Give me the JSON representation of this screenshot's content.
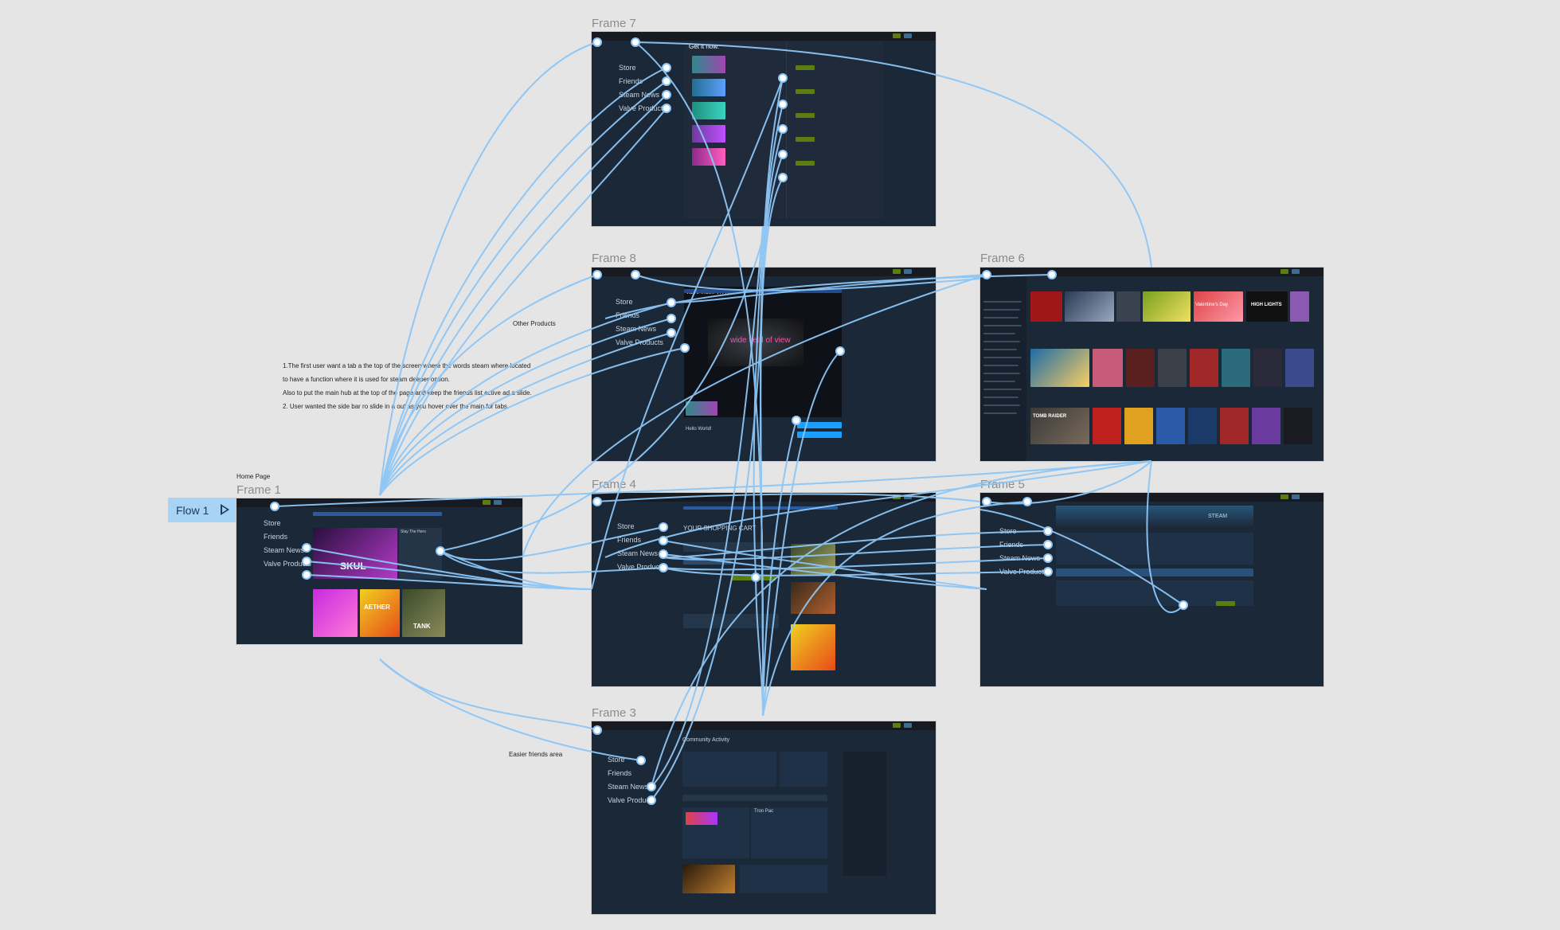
{
  "canvas": {
    "background": "#e5e5e5",
    "wire_color": "#8dc6f5"
  },
  "flow": {
    "label": "Flow 1"
  },
  "home_caption": "Home Page",
  "frames": {
    "f1": {
      "title": "Frame 1"
    },
    "f3": {
      "title": "Frame 3",
      "heading": "Community Activity"
    },
    "f4": {
      "title": "Frame 4",
      "heading": "YOUR SHOPPING CART"
    },
    "f5": {
      "title": "Frame 5",
      "brand": "STEAM"
    },
    "f6": {
      "title": "Frame 6"
    },
    "f7": {
      "title": "Frame 7",
      "heading": "Get it now."
    },
    "f8": {
      "title": "Frame 8",
      "heading": "Valve Index VR Kit"
    }
  },
  "sidebar": {
    "store": "Store",
    "friends": "Friends",
    "news": "Steam News",
    "valve": "Valve Products"
  },
  "notes": {
    "line1": "1.The first user want a tab a the top of the screen where the words steam where located",
    "line2": "to have a function where it is used for steam deeper option.",
    "line3": "Also to put the main hub at  the top of the page and keep the friends list active ad a slide.",
    "line4": "2. User wanted the side bar ro slide in a out as you hover over the main for tabs"
  },
  "labels": {
    "other_products": "Other Products",
    "easier_friends": "Easier friends area"
  },
  "mini": {
    "f1_banner_title": "Slay The Hero",
    "f1_game": "SKUL",
    "f1_tank": "TANK",
    "f1_aether": "AETHER",
    "f6_hl": "HIGH LIGHTS",
    "f6_valentine": "Valentine's Day",
    "f6_tomb": "TOMB RAIDER",
    "f8_banner": "wide field of view",
    "f8_hello": "Hello World!",
    "f3_tab": "Tron Pac"
  },
  "colors": {
    "steam_dark": "#171a21",
    "steam_bg": "#1b2838",
    "steam_panel": "#2a475e",
    "steam_accent": "#66c0f4",
    "steam_green": "#5c7e10"
  }
}
